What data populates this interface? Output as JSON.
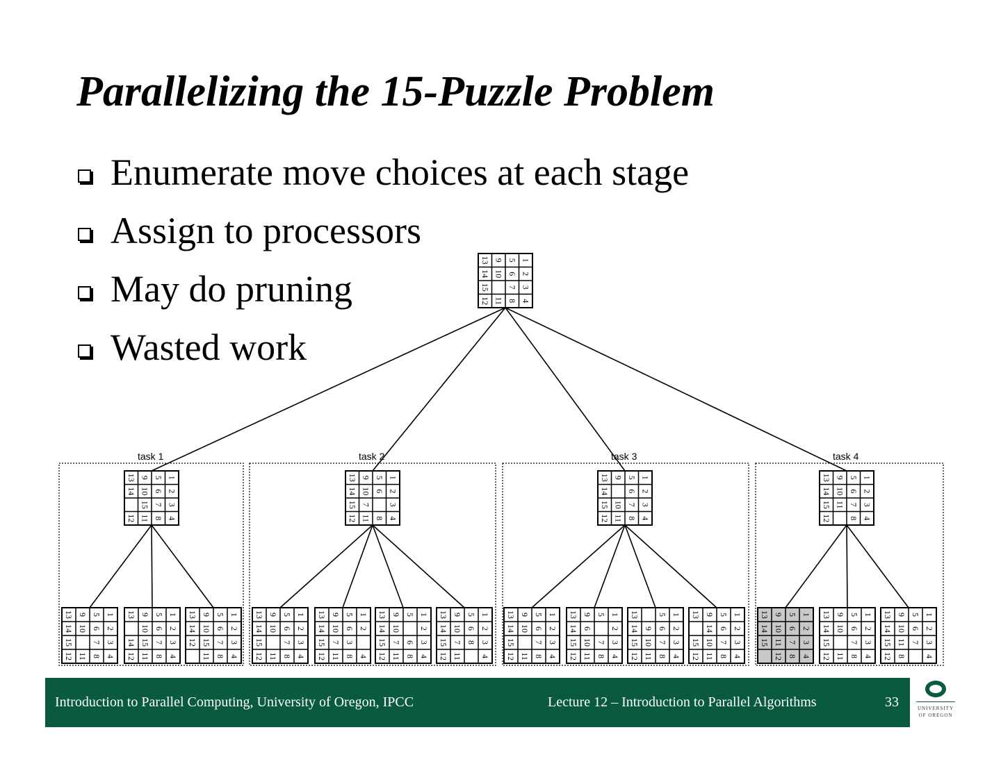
{
  "slide": {
    "title": "Parallelizing the 15-Puzzle Problem",
    "bullets": [
      "Enumerate move choices at each stage",
      "Assign to processors",
      "May do pruning",
      "Wasted work"
    ]
  },
  "diagram": {
    "root_board": [
      [
        1,
        2,
        3,
        4
      ],
      [
        5,
        6,
        7,
        8
      ],
      [
        9,
        10,
        null,
        11
      ],
      [
        13,
        14,
        15,
        12
      ]
    ],
    "tasks": [
      {
        "label": "task 1",
        "board": [
          [
            1,
            2,
            3,
            4
          ],
          [
            5,
            6,
            7,
            8
          ],
          [
            9,
            10,
            15,
            11
          ],
          [
            13,
            14,
            null,
            12
          ]
        ],
        "children": [
          {
            "board": [
              [
                1,
                2,
                3,
                4
              ],
              [
                5,
                6,
                7,
                8
              ],
              [
                9,
                10,
                null,
                11
              ],
              [
                13,
                14,
                15,
                12
              ]
            ],
            "highlight": false
          },
          {
            "board": [
              [
                1,
                2,
                3,
                4
              ],
              [
                5,
                6,
                7,
                8
              ],
              [
                9,
                10,
                15,
                11
              ],
              [
                13,
                null,
                14,
                12
              ]
            ],
            "highlight": false
          },
          {
            "board": [
              [
                1,
                2,
                3,
                4
              ],
              [
                5,
                6,
                7,
                8
              ],
              [
                9,
                10,
                15,
                11
              ],
              [
                13,
                14,
                12,
                null
              ]
            ],
            "highlight": false
          }
        ]
      },
      {
        "label": "task 2",
        "board": [
          [
            1,
            2,
            3,
            4
          ],
          [
            5,
            6,
            null,
            8
          ],
          [
            9,
            10,
            7,
            11
          ],
          [
            13,
            14,
            15,
            12
          ]
        ],
        "children": [
          {
            "board": [
              [
                1,
                2,
                3,
                4
              ],
              [
                5,
                6,
                7,
                8
              ],
              [
                9,
                10,
                null,
                11
              ],
              [
                13,
                14,
                15,
                12
              ]
            ],
            "highlight": false
          },
          {
            "board": [
              [
                1,
                2,
                null,
                4
              ],
              [
                5,
                6,
                3,
                8
              ],
              [
                9,
                10,
                7,
                11
              ],
              [
                13,
                14,
                15,
                12
              ]
            ],
            "highlight": false
          },
          {
            "board": [
              [
                1,
                2,
                3,
                4
              ],
              [
                5,
                null,
                6,
                8
              ],
              [
                9,
                10,
                7,
                11
              ],
              [
                13,
                14,
                15,
                12
              ]
            ],
            "highlight": false
          },
          {
            "board": [
              [
                1,
                2,
                3,
                4
              ],
              [
                5,
                6,
                8,
                null
              ],
              [
                9,
                10,
                7,
                11
              ],
              [
                13,
                14,
                15,
                12
              ]
            ],
            "highlight": false
          }
        ]
      },
      {
        "label": "task 3",
        "board": [
          [
            1,
            2,
            3,
            4
          ],
          [
            5,
            6,
            7,
            8
          ],
          [
            9,
            null,
            10,
            11
          ],
          [
            13,
            14,
            15,
            12
          ]
        ],
        "children": [
          {
            "board": [
              [
                1,
                2,
                3,
                4
              ],
              [
                5,
                6,
                7,
                8
              ],
              [
                9,
                10,
                null,
                11
              ],
              [
                13,
                14,
                15,
                12
              ]
            ],
            "highlight": false
          },
          {
            "board": [
              [
                1,
                2,
                3,
                4
              ],
              [
                5,
                null,
                7,
                8
              ],
              [
                9,
                6,
                10,
                11
              ],
              [
                13,
                14,
                15,
                12
              ]
            ],
            "highlight": false
          },
          {
            "board": [
              [
                1,
                2,
                3,
                4
              ],
              [
                5,
                6,
                7,
                8
              ],
              [
                null,
                9,
                10,
                11
              ],
              [
                13,
                14,
                15,
                12
              ]
            ],
            "highlight": false
          },
          {
            "board": [
              [
                1,
                2,
                3,
                4
              ],
              [
                5,
                6,
                7,
                8
              ],
              [
                9,
                14,
                10,
                11
              ],
              [
                13,
                null,
                15,
                12
              ]
            ],
            "highlight": false
          }
        ]
      },
      {
        "label": "task 4",
        "board": [
          [
            1,
            2,
            3,
            4
          ],
          [
            5,
            6,
            7,
            8
          ],
          [
            9,
            10,
            11,
            null
          ],
          [
            13,
            14,
            15,
            12
          ]
        ],
        "children": [
          {
            "board": [
              [
                1,
                2,
                3,
                4
              ],
              [
                5,
                6,
                7,
                8
              ],
              [
                9,
                10,
                11,
                12
              ],
              [
                13,
                14,
                15,
                null
              ]
            ],
            "highlight": true
          },
          {
            "board": [
              [
                1,
                2,
                3,
                4
              ],
              [
                5,
                6,
                7,
                8
              ],
              [
                9,
                10,
                null,
                11
              ],
              [
                13,
                14,
                15,
                12
              ]
            ],
            "highlight": false
          },
          {
            "board": [
              [
                1,
                2,
                3,
                4
              ],
              [
                5,
                6,
                7,
                null
              ],
              [
                9,
                10,
                11,
                8
              ],
              [
                13,
                14,
                15,
                12
              ]
            ],
            "highlight": false
          }
        ]
      }
    ]
  },
  "footer": {
    "course": "Introduction to Parallel Computing, University of Oregon, IPCC",
    "lecture": "Lecture 12 – Introduction to Parallel Algorithms",
    "page": "33"
  },
  "logo": {
    "line1": "UNIVERSITY",
    "line2": "OF OREGON"
  },
  "colors": {
    "footer_bg": "#0a5a40",
    "highlight_tile": "#c8c8c8"
  }
}
